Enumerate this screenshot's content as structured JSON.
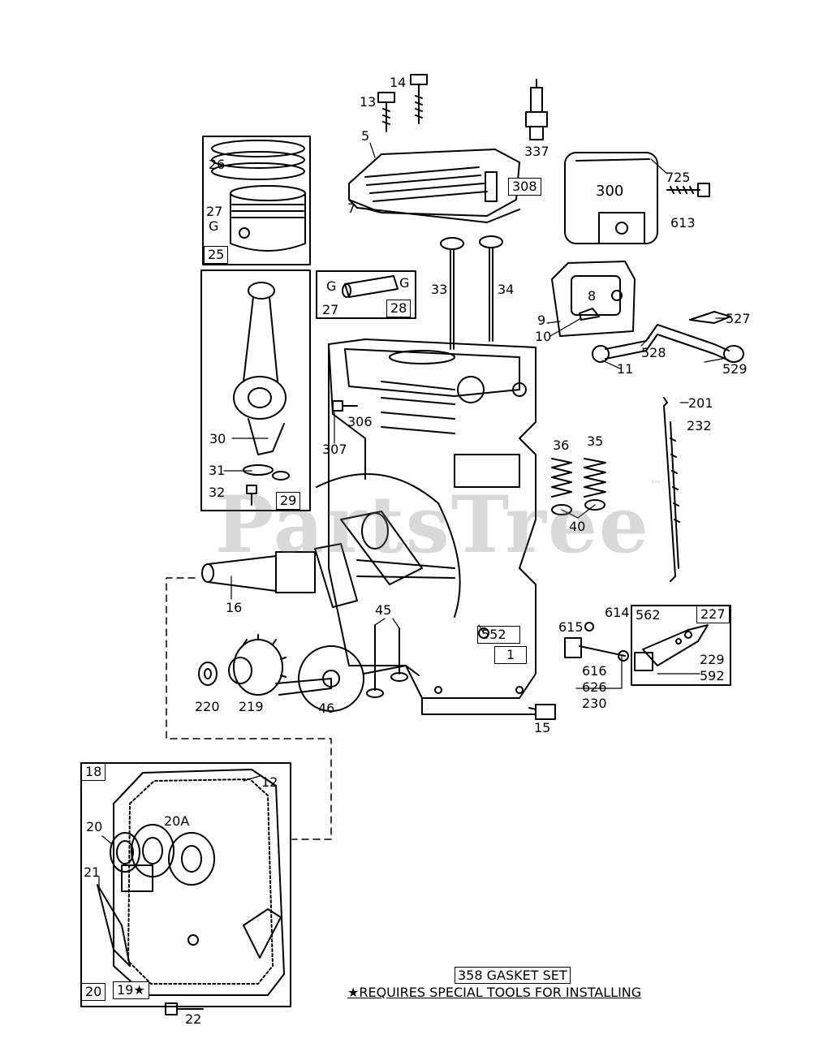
{
  "watermark": {
    "text": "PartsTree",
    "mark": "™"
  },
  "labels": {
    "l13": "13",
    "l14": "14",
    "l5": "5",
    "l7": "7",
    "l337": "337",
    "l725": "725",
    "l300": "300",
    "l613": "613",
    "l26": "26",
    "l27a": "27",
    "gA": "G",
    "l33": "33",
    "l34": "34",
    "l27b": "27",
    "gB1": "G",
    "gB2": "G",
    "l9": "9",
    "l10": "10",
    "l8": "8",
    "l527": "527",
    "l528": "528",
    "l11": "11",
    "l529": "529",
    "l201": "201",
    "l232": "232",
    "l306": "306",
    "l307": "307",
    "l30": "30",
    "l31": "31",
    "l32": "32",
    "l36": "36",
    "l35": "35",
    "l40": "40",
    "l16": "16",
    "l45": "45",
    "l552": "552",
    "l614": "614",
    "l615": "615",
    "l562": "562",
    "l616": "616",
    "l626": "626",
    "l230": "230",
    "l229": "229",
    "l592": "592",
    "l220": "220",
    "l219": "219",
    "l46": "46",
    "l15": "15",
    "l12": "12",
    "l20a": "20",
    "l20A": "20A",
    "l21": "21",
    "l22": "22"
  },
  "boxed": {
    "b308": "308",
    "b25": "25",
    "b28": "28",
    "b29": "29",
    "b1": "1",
    "b227": "227",
    "b18": "18",
    "b20": "20",
    "b19": "19★"
  },
  "notes": {
    "gasket": "358 GASKET SET",
    "special": "★REQUIRES SPECIAL TOOLS FOR INSTALLING"
  },
  "colors": {
    "ink": "#000000",
    "watermark": "#8a8a8a"
  }
}
